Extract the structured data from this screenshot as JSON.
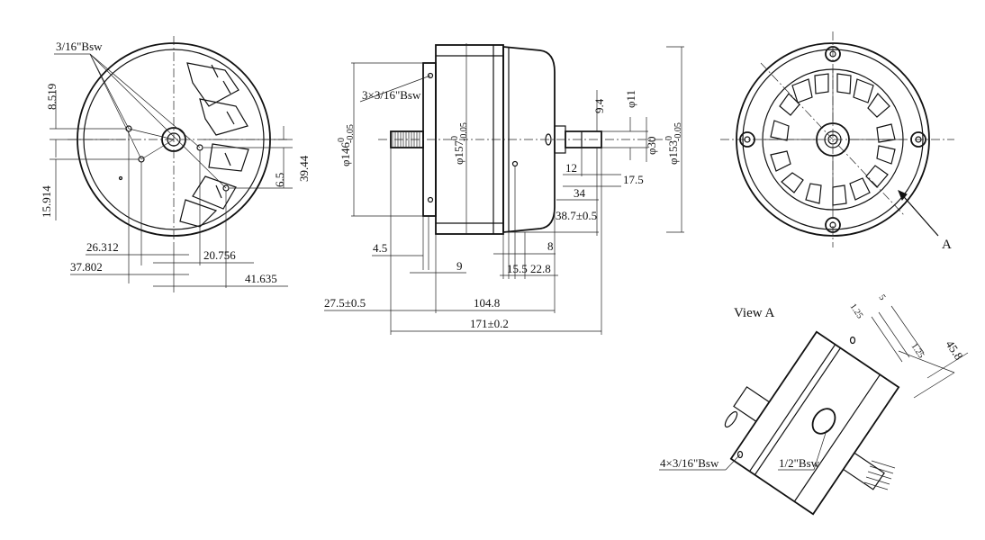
{
  "front_view": {
    "tap_label": "3/16\"Bsw",
    "dims": {
      "d8519": "8.519",
      "d15914": "15.914",
      "d26312": "26.312",
      "d37802": "37.802",
      "d20756": "20.756",
      "d41635": "41.635",
      "d6_5": "6.5",
      "d39_44": "39.44"
    }
  },
  "side_view": {
    "tap_label": "3×3/16\"Bsw",
    "dims": {
      "phi146": "φ146",
      "phi157": "φ157",
      "phi153": "φ153",
      "phi11": "φ11",
      "phi30": "φ30",
      "tol_upper": "0",
      "tol_lower": "-0.05",
      "d9_4": "9.4",
      "d12": "12",
      "d17_5": "17.5",
      "d34": "34",
      "d38_7": "38.7±0.5",
      "d4_5": "4.5",
      "d9": "9",
      "d8": "8",
      "d15_5": "15.5",
      "d22_8": "22.8",
      "d27_5": "27.5±0.5",
      "d104_8": "104.8",
      "d171": "171±0.2"
    }
  },
  "rear_view": {
    "section_mark": "A"
  },
  "detail_view": {
    "title": "View A",
    "tap_small": "4×3/16\"Bsw",
    "tap_large": "1/2\"Bsw",
    "dims": {
      "d1_25a": "1.25",
      "d5": "5",
      "d1_25b": "1.25",
      "d45_8": "45.8"
    }
  }
}
